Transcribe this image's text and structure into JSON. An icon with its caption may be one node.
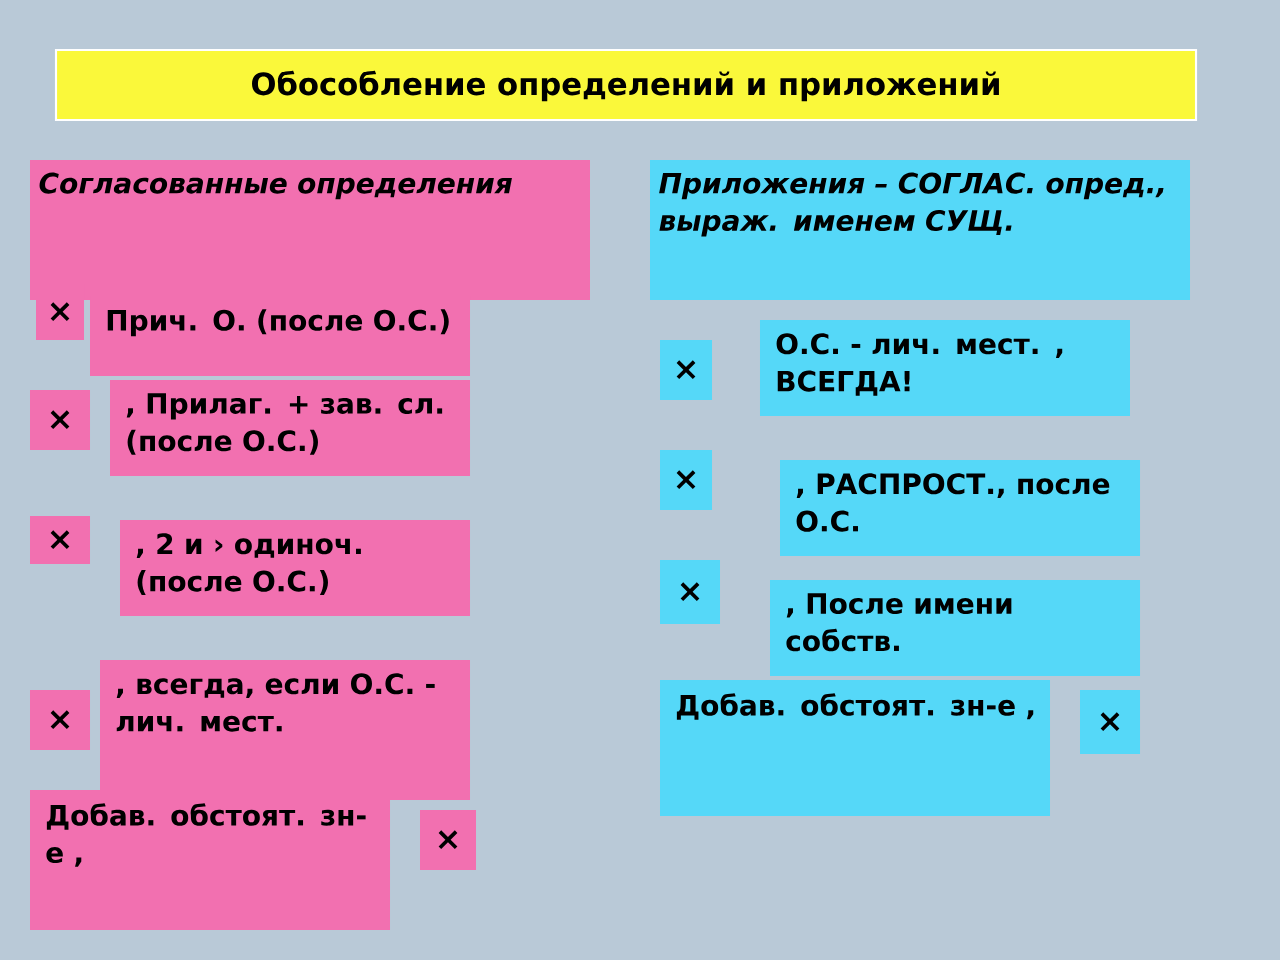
{
  "diagram": {
    "title": "Обособление определений и приложений",
    "nodes": [
      {
        "text": [
          "Согласованные определения"
        ]
      },
      {
        "text": [
          "×"
        ]
      },
      {
        "text": [
          "Прич. О. (после О.С.)"
        ]
      },
      {
        "text": [
          "×"
        ]
      },
      {
        "text": [
          ", Прилаг. + зав. сл. (после О.С.)"
        ]
      },
      {
        "text": [
          "×"
        ]
      },
      {
        "text": [
          ", 2 и › одиноч. (после О.С.)"
        ]
      },
      {
        "text": [
          "×"
        ]
      },
      {
        "text": [
          ", всегда, если О.С. - лич. мест."
        ]
      },
      {
        "text": [
          "Добав. обстоят. зн-е ,"
        ]
      },
      {
        "text": [
          "×"
        ]
      },
      {
        "text": [
          "Приложения – СОГЛАС. опред., выраж. именем СУЩ."
        ]
      },
      {
        "text": [
          "×"
        ]
      },
      {
        "text": [
          "О.С. - лич. мест. , ВСЕГДА!"
        ]
      },
      {
        "text": [
          "×"
        ]
      },
      {
        "text": [
          ", РАСПРОСТ., после О.С."
        ]
      },
      {
        "text": [
          "×"
        ]
      },
      {
        "text": [
          ", После имени собств."
        ]
      },
      {
        "text": [
          "Добав. обстоят. зн-е ,"
        ]
      },
      {
        "text": [
          "×"
        ]
      }
    ]
  }
}
